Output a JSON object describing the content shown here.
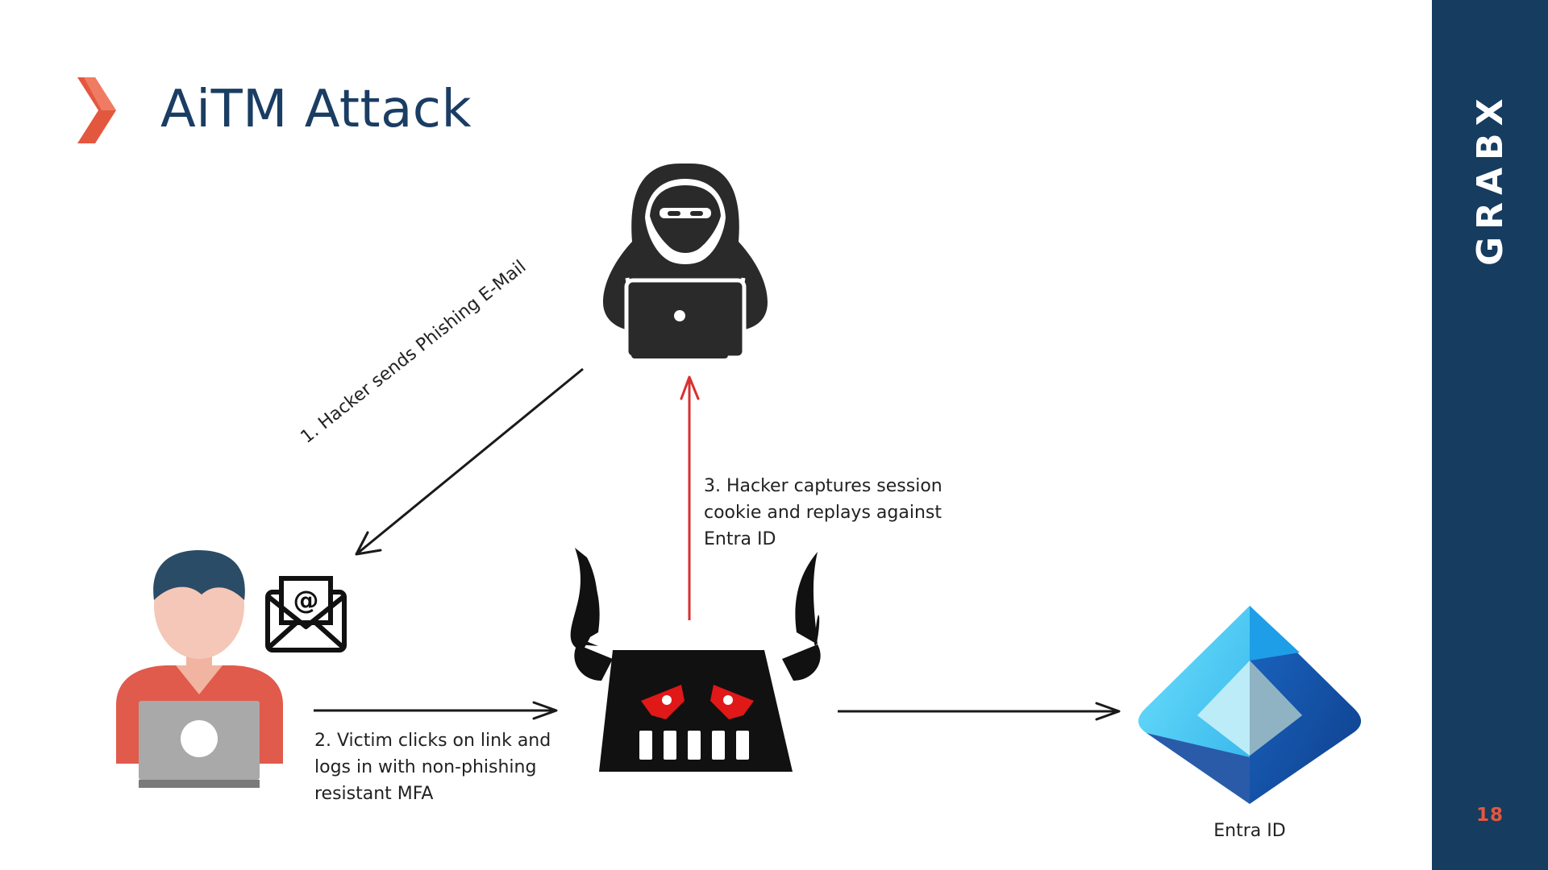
{
  "slide": {
    "title": "AiTM Attack",
    "page_number": "18"
  },
  "logo": {
    "text": "GRABX"
  },
  "diagram": {
    "steps": [
      {
        "label": "1. Hacker sends Phishing E-Mail"
      },
      {
        "label": "2. Victim clicks on link and\nlogs in with non-phishing\nresistant MFA"
      },
      {
        "label": "3. Hacker captures session\ncookie and replays against\nEntra ID"
      }
    ],
    "entra_label": "Entra ID"
  },
  "colors": {
    "title": "#1a3d63",
    "sidebar": "#163c5f",
    "accent": "#e4573f",
    "arrow": "#1a1a1a",
    "capture_arrow": "#d93030"
  },
  "icons": {
    "hacker": "hooded-hacker-icon",
    "victim": "user-with-laptop-icon",
    "email": "email-envelope-icon",
    "proxy": "evil-proxy-monster-icon",
    "entra": "entra-id-logo-icon"
  }
}
